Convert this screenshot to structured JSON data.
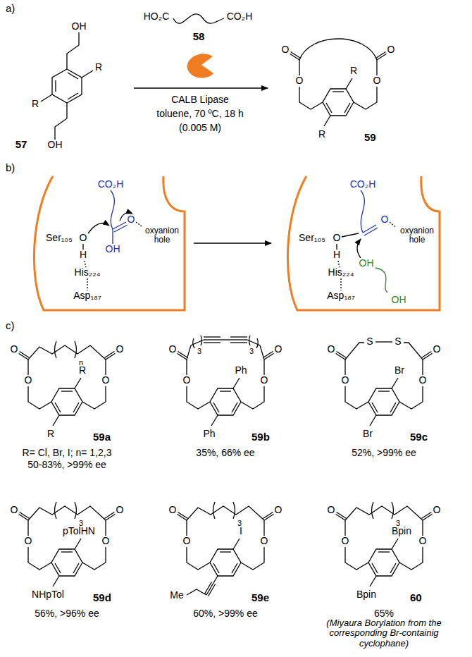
{
  "diagram": {
    "labels": [
      "a)",
      "R",
      "R",
      "OH",
      "OH",
      "57",
      "HO₂C",
      "CO₂H",
      "58",
      "CALB Lipase",
      "toluene, 70 ºC, 18 h",
      "(0.005 M)",
      "O",
      "O",
      "O",
      "O",
      "R",
      "R",
      "59",
      "b)",
      "CO₂H",
      "O",
      "OH",
      "oxyanion hole",
      "Ser₁₀₅",
      "O",
      "H",
      "His₂₂₄",
      "Asp₁₈₇",
      "CO₂H",
      "O",
      "oxyanion hole",
      "Ser₁₀₅",
      "O",
      "H",
      "His₂₂₄",
      "Asp₁₈₇",
      "OH",
      "OH",
      "c)",
      "O",
      "O",
      "O",
      "O",
      "n",
      "R",
      "R",
      "59a",
      "R= Cl, Br, I; n= 1,2,3",
      "50-83%, >99% ee",
      "O",
      "O",
      "O",
      "O",
      "3",
      "3",
      "Ph",
      "Ph",
      "59b",
      "35%, 66% ee",
      "O",
      "O",
      "O",
      "O",
      "S",
      "S",
      "Br",
      "Br",
      "59c",
      "52%, >99% ee",
      "O",
      "O",
      "O",
      "O",
      "3",
      "pTolHN",
      "NHpTol",
      "59d",
      "56%, >96% ee",
      "O",
      "O",
      "O",
      "O",
      "3",
      "I",
      "Me",
      "59e",
      "60%, >99% ee",
      "O",
      "O",
      "O",
      "O",
      "3",
      "Bpin",
      "Bpin",
      "60",
      "65%",
      "(Miyaura Borylation from the corresponding Br-containig cyclophane)"
    ]
  }
}
